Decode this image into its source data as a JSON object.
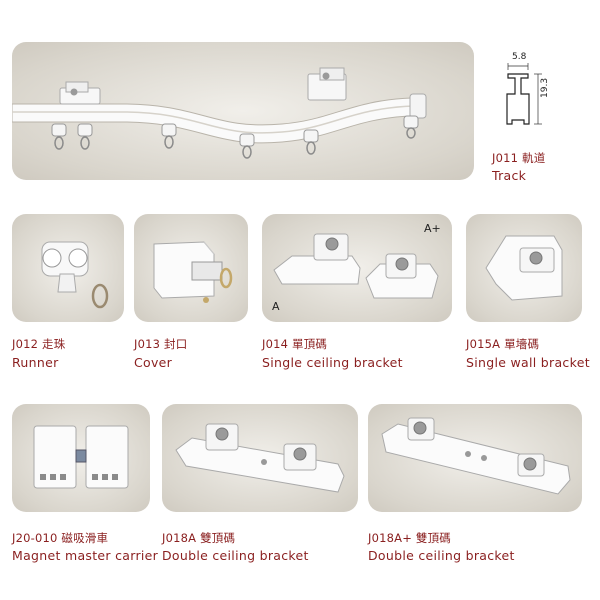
{
  "track": {
    "code": "J011 軌道",
    "name": "Track",
    "dim_width": "5.8",
    "dim_height": "19.3"
  },
  "runner": {
    "code": "J012 走珠",
    "name": "Runner"
  },
  "cover": {
    "code": "J013 封口",
    "name": "Cover"
  },
  "single_ceiling": {
    "code": "J014  單頂碼",
    "name": "Single ceiling bracket",
    "variant_a": "A",
    "variant_a_plus": "A+"
  },
  "single_wall": {
    "code": "J015A  單墻碼",
    "name": "Single wall bracket"
  },
  "magnet_carrier": {
    "code": "J20-010 磁吸滑車",
    "name": "Magnet master carrier"
  },
  "double_ceiling_a": {
    "code": "J018A 雙頂碼",
    "name": "Double ceiling bracket"
  },
  "double_ceiling_a_plus": {
    "code": "J018A+ 雙頂碼",
    "name": "Double ceiling bracket"
  },
  "colors": {
    "label": "#8a1f1f",
    "tile": "#d9d5cc",
    "part": "#ffffff"
  }
}
